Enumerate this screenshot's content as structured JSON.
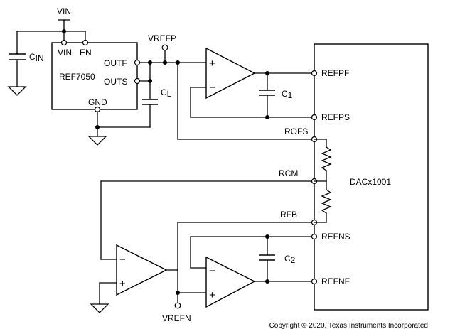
{
  "labels": {
    "vin_top": "VIN",
    "cin": "C",
    "cin_sub": "IN",
    "ref_vin": "VIN",
    "ref_en": "EN",
    "ref_name": "REF7050",
    "ref_outf": "OUTF",
    "ref_outs": "OUTS",
    "ref_gnd": "GND",
    "vrefp": "VREFP",
    "cl": "C",
    "cl_sub": "L",
    "c1": "C",
    "c1_sub": "1",
    "c2": "C",
    "c2_sub": "2",
    "refpf": "REFPF",
    "refps": "REFPS",
    "rofs": "ROFS",
    "rcm": "RCM",
    "rfb": "RFB",
    "refns": "REFNS",
    "refnf": "REFNF",
    "dac_name": "DACx1001",
    "vrefn": "VREFN",
    "copyright": "Copyright © 2020, Texas Instruments Incorporated",
    "plus": "+",
    "minus": "−"
  }
}
